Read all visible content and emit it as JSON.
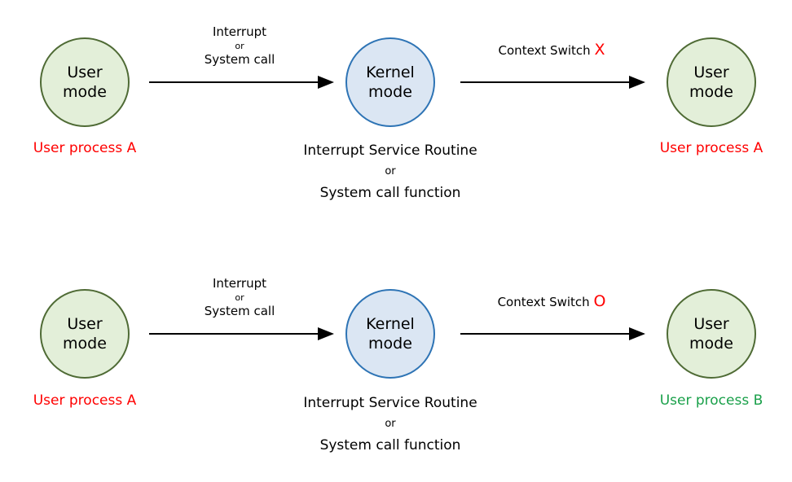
{
  "row1": {
    "left_circle": {
      "line1": "User",
      "line2": "mode"
    },
    "left_process": "User process A",
    "arrow1": {
      "line1": "Interrupt",
      "line2": "or",
      "line3": "System call"
    },
    "kernel_circle": {
      "line1": "Kernel",
      "line2": "mode"
    },
    "isr": {
      "line1": "Interrupt Service Routine",
      "line2": "or",
      "line3": "System call function"
    },
    "arrow2": {
      "text": "Context Switch",
      "mark": "X"
    },
    "right_circle": {
      "line1": "User",
      "line2": "mode"
    },
    "right_process": "User process A"
  },
  "row2": {
    "left_circle": {
      "line1": "User",
      "line2": "mode"
    },
    "left_process": "User process A",
    "arrow1": {
      "line1": "Interrupt",
      "line2": "or",
      "line3": "System call"
    },
    "kernel_circle": {
      "line1": "Kernel",
      "line2": "mode"
    },
    "isr": {
      "line1": "Interrupt Service Routine",
      "line2": "or",
      "line3": "System call function"
    },
    "arrow2": {
      "text": "Context Switch",
      "mark": "O"
    },
    "right_circle": {
      "line1": "User",
      "line2": "mode"
    },
    "right_process": "User process B"
  },
  "colors": {
    "user_fill": "#e3efd9",
    "user_stroke": "#4f6b35",
    "kernel_fill": "#dbe6f3",
    "kernel_stroke": "#2e74b5",
    "process_a": "#ff0000",
    "process_b": "#1aa04a"
  }
}
